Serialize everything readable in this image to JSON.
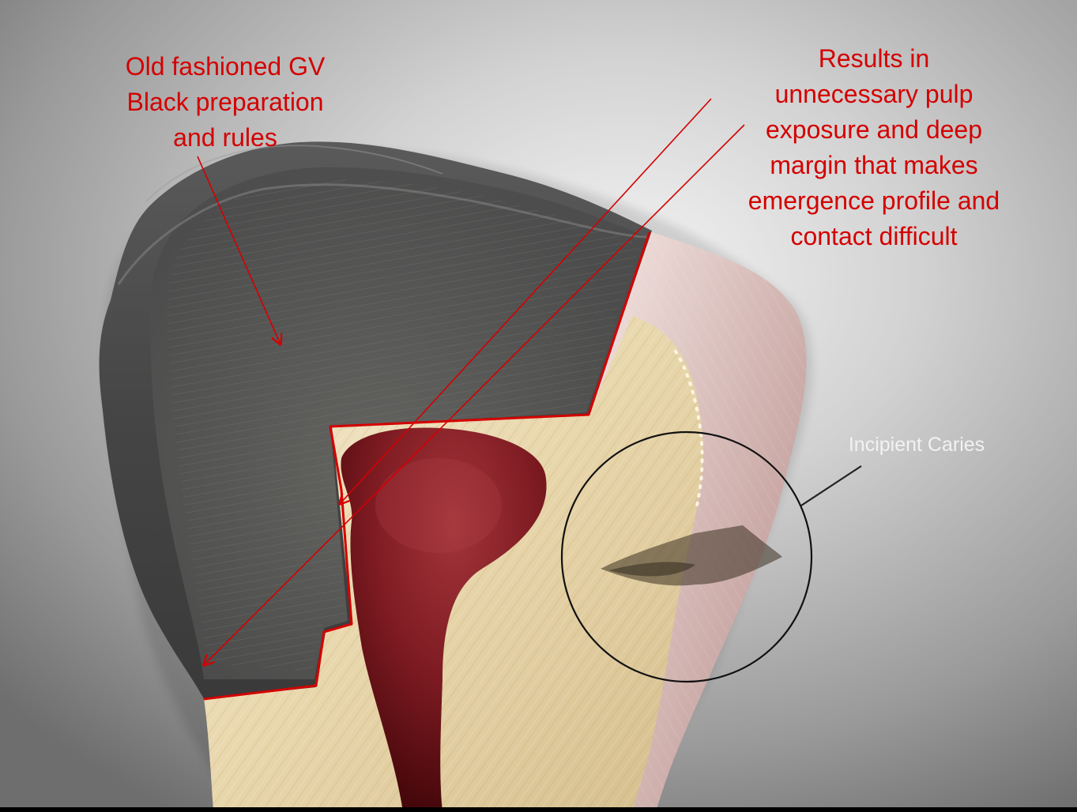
{
  "annotations": {
    "gv_black": {
      "lines": [
        "Old fashioned GV",
        "Black preparation",
        "and rules"
      ]
    },
    "results": {
      "lines": [
        "Results in",
        "unnecessary pulp",
        "exposure and deep",
        "margin that makes",
        "emergence profile and",
        "contact difficult"
      ]
    },
    "caries": {
      "text": "Incipient Caries"
    }
  },
  "colors": {
    "annotation": "#d40000",
    "preparation_outline": "#d40000",
    "caries_circle": "#111111",
    "caries_label": "#f2f2f2"
  },
  "icons": [
    "tooth-cross-section-illustration"
  ]
}
